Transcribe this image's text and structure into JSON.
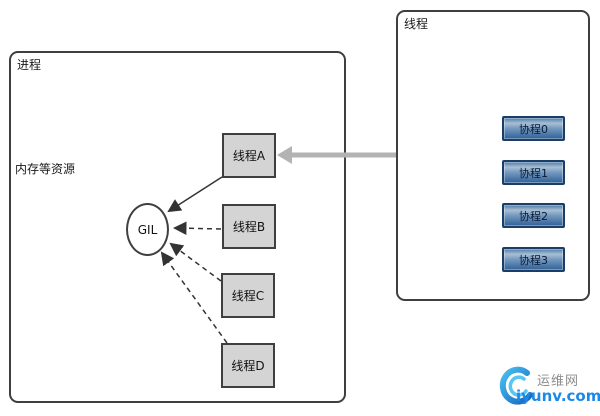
{
  "diagram": {
    "process_box": {
      "label": "进程",
      "resource_label": "内存等资源"
    },
    "thread_box": {
      "label": "线程"
    },
    "gil": {
      "label": "GIL"
    },
    "threads": [
      {
        "label": "线程A"
      },
      {
        "label": "线程B"
      },
      {
        "label": "线程C"
      },
      {
        "label": "线程D"
      }
    ],
    "coroutines": [
      {
        "label": "协程0"
      },
      {
        "label": "协程1"
      },
      {
        "label": "协程2"
      },
      {
        "label": "协程3"
      }
    ],
    "colors": {
      "box_border": "#3f3f3f",
      "thread_fill": "#d4d4d4",
      "coroutine_border": "#1c3e66",
      "coroutine_gradient_top": "#4a7bab",
      "coroutine_gradient_light": "#a9bed2",
      "coroutine_gradient_bottom": "#2f6097",
      "gray_arrow": "#b3b3b3",
      "dark_line": "#333333"
    }
  },
  "watermark": {
    "site_name": "运维网",
    "site_url": "iyunv.com",
    "icon": "swirl-logo-icon",
    "name_color": "#8c8c8c",
    "url_color": "#1e88e5"
  }
}
